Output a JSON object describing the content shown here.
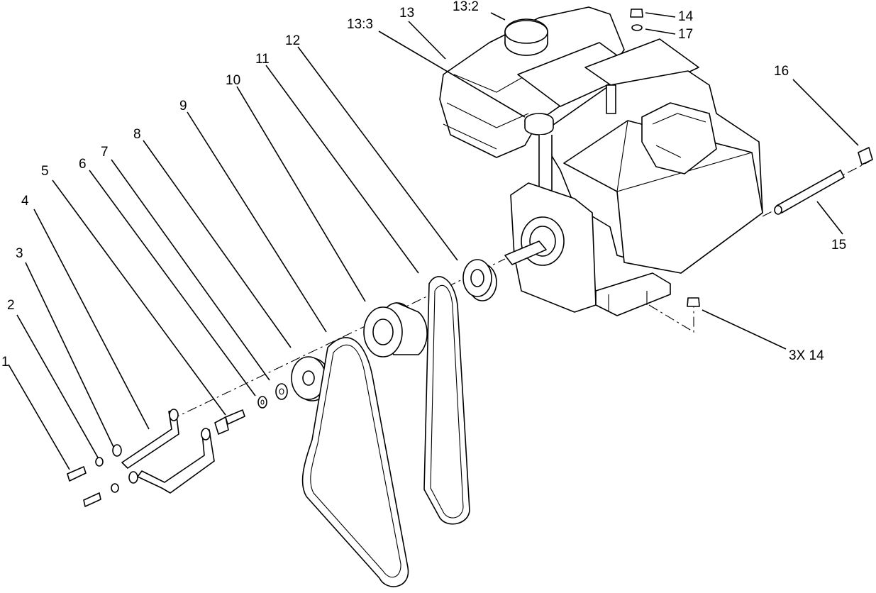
{
  "diagram": {
    "callouts": [
      {
        "id": "c1",
        "text": "1"
      },
      {
        "id": "c2",
        "text": "2"
      },
      {
        "id": "c3",
        "text": "3"
      },
      {
        "id": "c4",
        "text": "4"
      },
      {
        "id": "c5",
        "text": "5"
      },
      {
        "id": "c6",
        "text": "6"
      },
      {
        "id": "c7",
        "text": "7"
      },
      {
        "id": "c8",
        "text": "8"
      },
      {
        "id": "c9",
        "text": "9"
      },
      {
        "id": "c10",
        "text": "10"
      },
      {
        "id": "c11",
        "text": "11"
      },
      {
        "id": "c12",
        "text": "12"
      },
      {
        "id": "c13",
        "text": "13"
      },
      {
        "id": "c13_2",
        "text": "13:2"
      },
      {
        "id": "c13_3",
        "text": "13:3"
      },
      {
        "id": "c14",
        "text": "14"
      },
      {
        "id": "c15",
        "text": "15"
      },
      {
        "id": "c16",
        "text": "16"
      },
      {
        "id": "c17",
        "text": "17"
      },
      {
        "id": "c3x14",
        "text": "3X 14"
      }
    ]
  }
}
